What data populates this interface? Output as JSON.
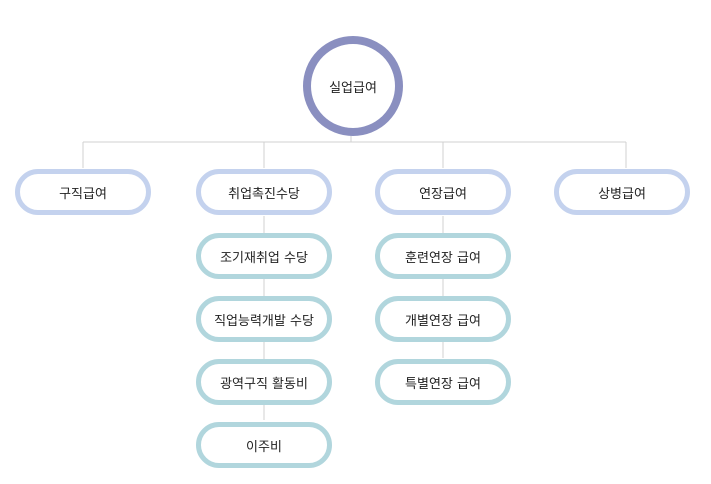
{
  "root": "실업급여",
  "categories": [
    {
      "label": "구직급여",
      "children": []
    },
    {
      "label": "취업촉진수당",
      "children": [
        "조기재취업 수당",
        "직업능력개발 수당",
        "광역구직 활동비",
        "이주비"
      ]
    },
    {
      "label": "연장급여",
      "children": [
        "훈련연장 급여",
        "개별연장 급여",
        "특별연장 급여"
      ]
    },
    {
      "label": "상병급여",
      "children": []
    }
  ],
  "colors": {
    "root_ring": "#8a8fc0",
    "category_border": "#c4d2ee",
    "child_border": "#b1d6dd",
    "connector": "#d0d0d0"
  }
}
